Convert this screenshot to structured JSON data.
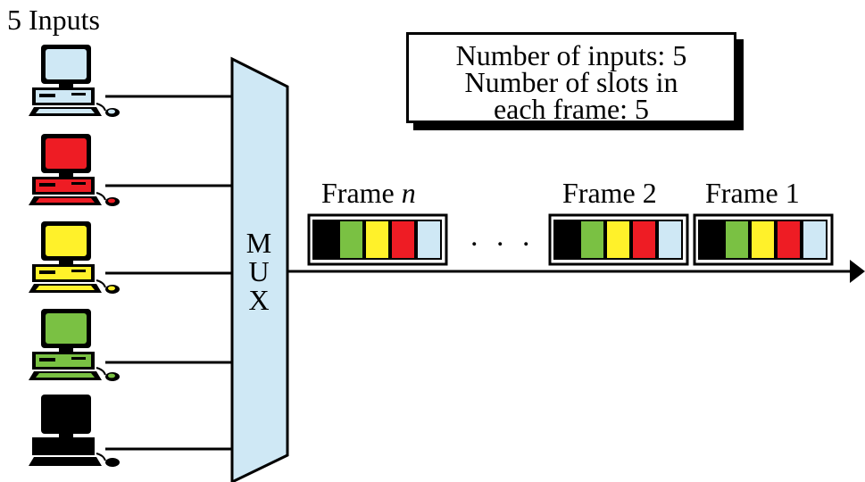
{
  "title": "5 Inputs",
  "mux": {
    "letters": [
      "M",
      "U",
      "X"
    ]
  },
  "info_box": {
    "line1": "Number of inputs: 5",
    "line2": "Number of slots in",
    "line3": "each frame: 5"
  },
  "inputs": [
    {
      "name": "computer-1",
      "color": "#cfe8f5"
    },
    {
      "name": "computer-2",
      "color": "#ee1c24"
    },
    {
      "name": "computer-3",
      "color": "#fff12a"
    },
    {
      "name": "computer-4",
      "color": "#7ac143"
    },
    {
      "name": "computer-5",
      "color": "#000000"
    }
  ],
  "frames": [
    {
      "label_prefix": "Frame",
      "label_var": "n",
      "slots": [
        "#000000",
        "#7ac143",
        "#fff12a",
        "#ee1c24",
        "#cfe8f5"
      ]
    },
    {
      "label_prefix": "Frame",
      "label_var": "2",
      "slots": [
        "#000000",
        "#7ac143",
        "#fff12a",
        "#ee1c24",
        "#cfe8f5"
      ]
    },
    {
      "label_prefix": "Frame",
      "label_var": "1",
      "slots": [
        "#000000",
        "#7ac143",
        "#fff12a",
        "#ee1c24",
        "#cfe8f5"
      ]
    }
  ],
  "ellipsis": ". . .",
  "colors": {
    "mux_fill": "#cfe8f5",
    "stroke": "#000000"
  }
}
